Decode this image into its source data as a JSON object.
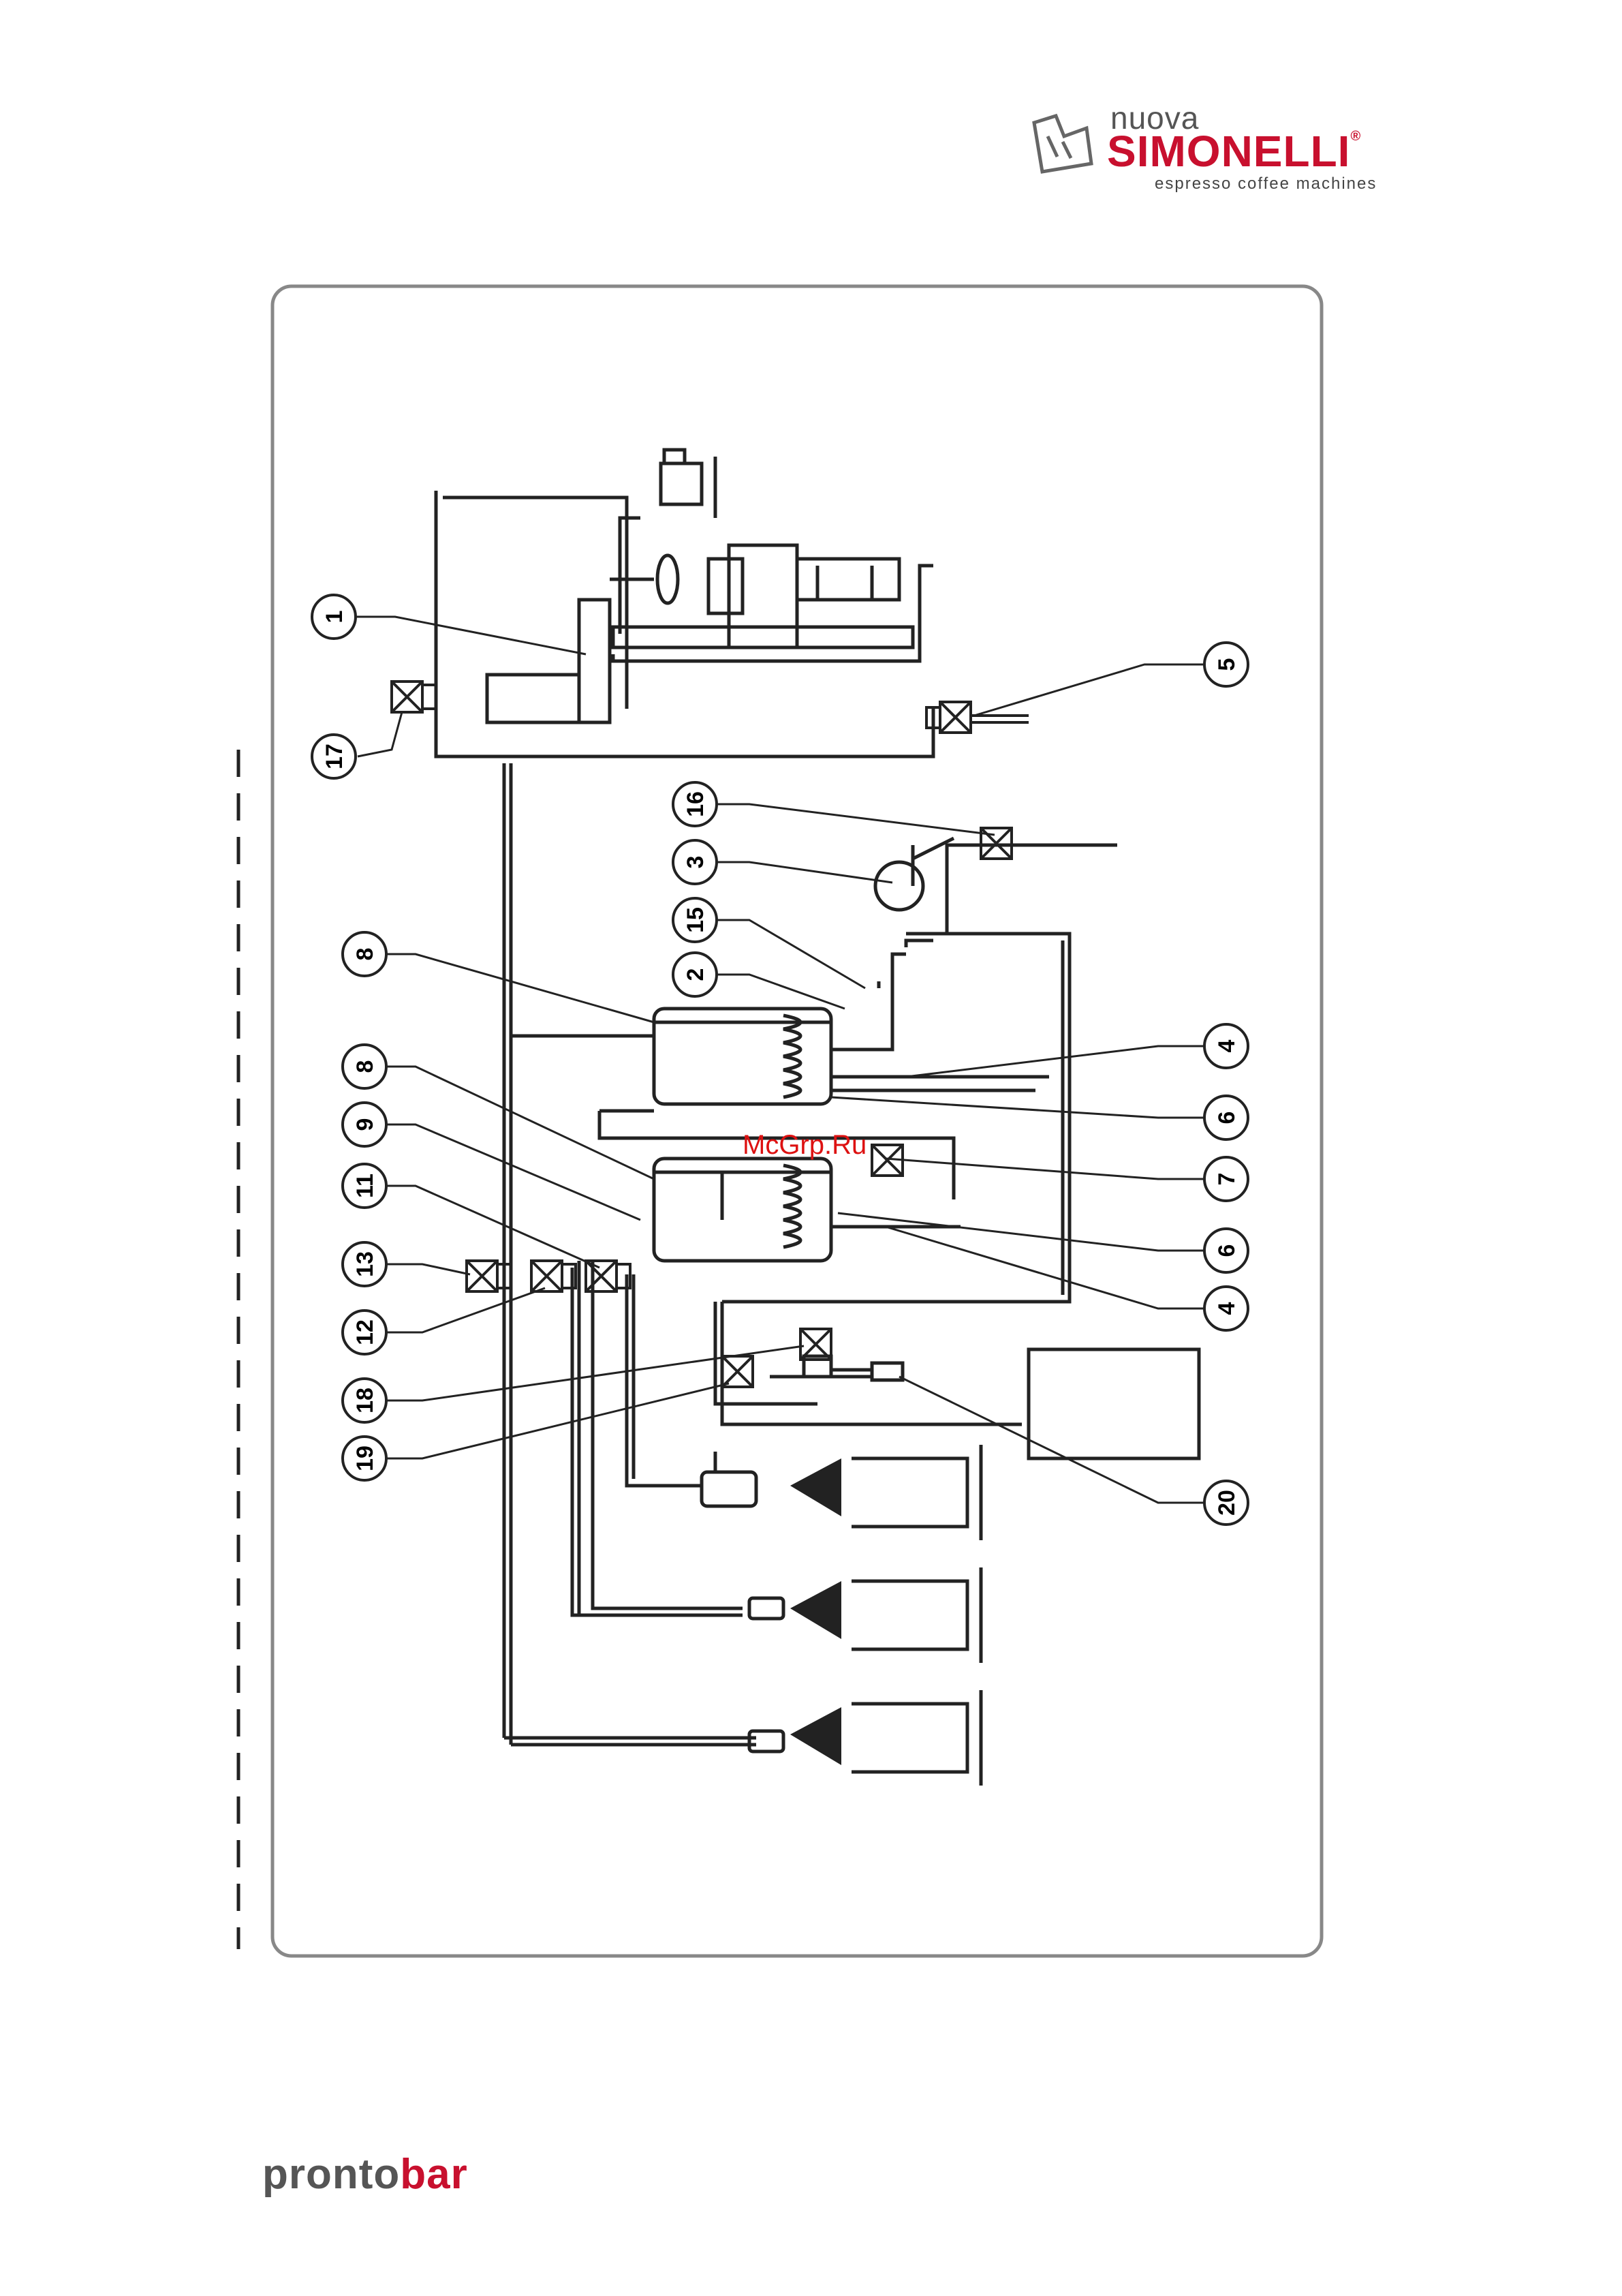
{
  "brand": {
    "top_word": "nuova",
    "name": "SIMONELLI",
    "reg_mark": "®",
    "tagline": "espresso coffee machines"
  },
  "watermark": "McGrp.Ru",
  "footer": {
    "word_a": "pronto",
    "word_b": "bar"
  },
  "diagram": {
    "callouts": [
      "1",
      "17",
      "5",
      "16",
      "3",
      "15",
      "2",
      "8",
      "8",
      "9",
      "11",
      "13",
      "12",
      "18",
      "19",
      "4",
      "6",
      "7",
      "6",
      "4",
      "20"
    ]
  }
}
